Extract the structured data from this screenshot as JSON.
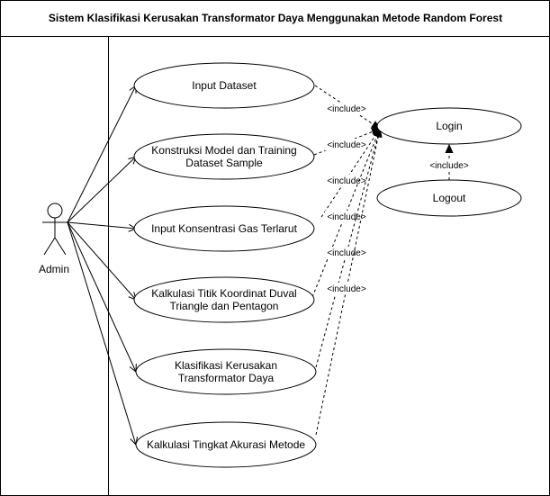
{
  "diagram": {
    "title": "Sistem Klasifikasi Kerusakan Transformator Daya Menggunakan Metode Random Forest",
    "actor": {
      "name": "Admin"
    },
    "use_cases": [
      {
        "id": "input-dataset",
        "lines": [
          "Input Dataset"
        ]
      },
      {
        "id": "konstruksi-model",
        "lines": [
          "Konstruksi Model dan Training",
          "Dataset Sample"
        ]
      },
      {
        "id": "input-konsentrasi",
        "lines": [
          "Input Konsentrasi Gas Terlarut"
        ]
      },
      {
        "id": "kalkulasi-titik",
        "lines": [
          "Kalkulasi Titik Koordinat Duval",
          "Triangle dan Pentagon"
        ]
      },
      {
        "id": "klasifikasi",
        "lines": [
          "Klasifikasi Kerusakan",
          "Transformator Daya"
        ]
      },
      {
        "id": "kalkulasi-akurasi",
        "lines": [
          "Kalkulasi Tingkat Akurasi Metode"
        ]
      },
      {
        "id": "login",
        "lines": [
          "Login"
        ]
      },
      {
        "id": "logout",
        "lines": [
          "Logout"
        ]
      }
    ],
    "include_label": "<include>",
    "relations": {
      "association": [
        "input-dataset",
        "konstruksi-model",
        "input-konsentrasi",
        "kalkulasi-titik",
        "klasifikasi",
        "kalkulasi-akurasi"
      ],
      "include": [
        {
          "from": "input-dataset",
          "to": "login"
        },
        {
          "from": "konstruksi-model",
          "to": "login"
        },
        {
          "from": "input-konsentrasi",
          "to": "login"
        },
        {
          "from": "kalkulasi-titik",
          "to": "login"
        },
        {
          "from": "klasifikasi",
          "to": "login"
        },
        {
          "from": "kalkulasi-akurasi",
          "to": "login"
        },
        {
          "from": "logout",
          "to": "login"
        }
      ]
    }
  }
}
